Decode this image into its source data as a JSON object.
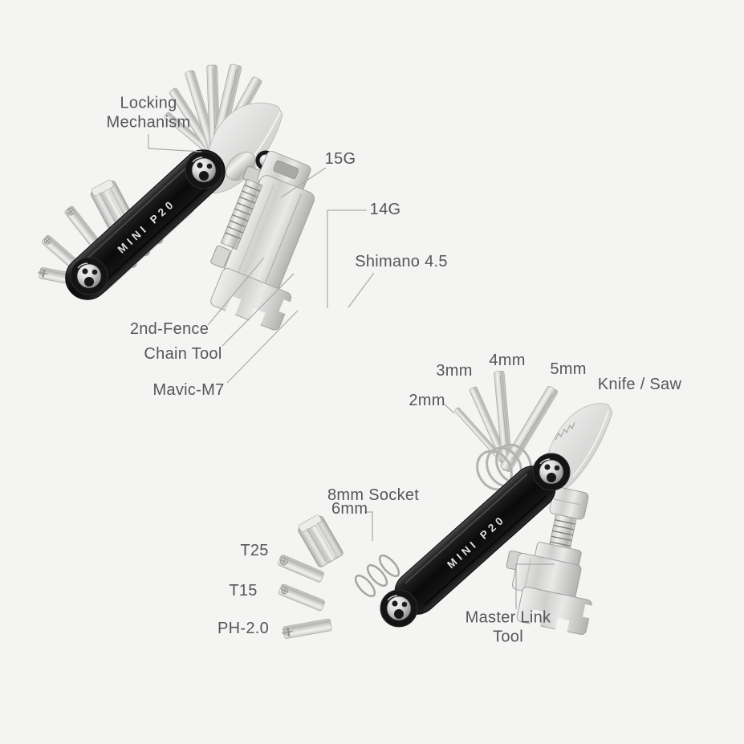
{
  "page": {
    "background_color": "#f4f4f3",
    "label_text_color": "#54565a",
    "leader_line_color": "#ababab"
  },
  "product": {
    "brand_text": "MINI P20",
    "handle_color": "#0f0f0f",
    "metal_color": "#d6d6d5"
  },
  "views": {
    "top_view": {
      "labels": {
        "locking": "Locking\nMechanism",
        "g15": "15G",
        "g14": "14G",
        "shimano": "Shimano 4.5",
        "fence": "2nd-Fence",
        "chain": "Chain Tool",
        "mavic": "Mavic-M7"
      }
    },
    "bottom_view": {
      "labels": {
        "mm2": "2mm",
        "mm3": "3mm",
        "mm4": "4mm",
        "mm5": "5mm",
        "knife_saw": "Knife / Saw",
        "socket8": "8mm Socket",
        "mm6": "6mm",
        "t25": "T25",
        "t15": "T15",
        "ph20": "PH-2.0",
        "master": "Master Link\nTool"
      }
    }
  }
}
